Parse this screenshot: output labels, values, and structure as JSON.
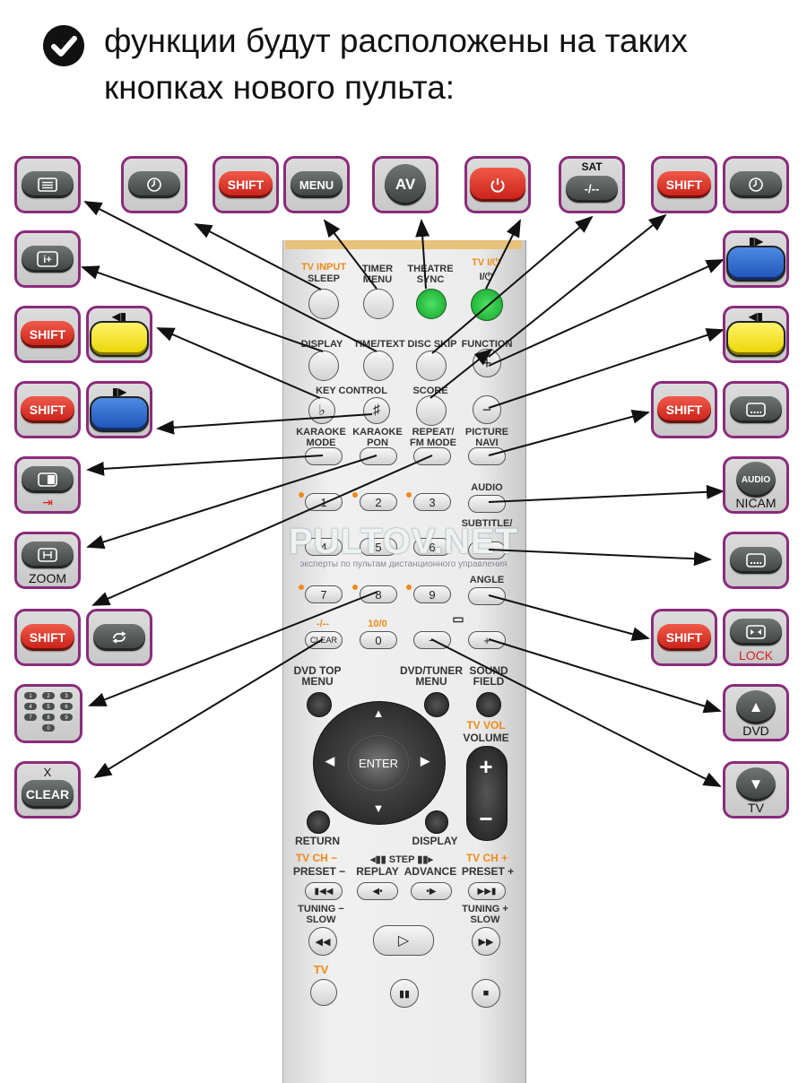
{
  "header": {
    "text": "функции будут расположены на таких кнопках нового пульта:"
  },
  "colors": {
    "frame": "#8b2b7c",
    "shift_red": "#d9261d",
    "yellow": "#f4e300",
    "blue": "#2a64cc",
    "remote_orange": "#f08a18",
    "green": "#19b83a"
  },
  "keys": {
    "shift": "SHIFT",
    "menu": "MENU",
    "av": "AV",
    "sat": "SAT",
    "sat_btn": "-/--",
    "audio": "AUDIO",
    "nicam": "NICAM",
    "zoom": "ZOOM",
    "lock": "LOCK",
    "dvd": "DVD",
    "tv": "TV",
    "clear": "CLEAR",
    "x": "X",
    "numpad": [
      "1",
      "2",
      "3",
      "4",
      "5",
      "6",
      "7",
      "8",
      "9",
      "0"
    ]
  },
  "remote": {
    "tv_input": "TV INPUT",
    "sleep": "SLEEP",
    "timer_menu": "TIMER MENU",
    "theatre_sync": "THEATRE SYNC",
    "tv_io": "TV I/⏻",
    "io": "I/⏻",
    "display": "DISPLAY",
    "time_text": "TIME/TEXT",
    "disc_skip": "DISC SKIP",
    "function": "FUNCTION",
    "key_control": "KEY CONTROL",
    "score": "SCORE",
    "flat": "♭",
    "sharp": "♯",
    "karaoke_mode": "KARAOKE MODE",
    "karaoke_pon": "KARAOKE PON",
    "repeat_fm": "REPEAT/ FM MODE",
    "picture_navi": "PICTURE NAVI",
    "audio": "AUDIO",
    "subtitle": "SUBTITLE/",
    "angle": "ANGLE",
    "n": [
      "1",
      "2",
      "3",
      "4",
      "5",
      "6",
      "7",
      "8",
      "9"
    ],
    "dash_label": "-/--",
    "ten_zero": "10/0",
    "clear": "CLEAR",
    "zero": "0",
    "minus": "−",
    "plus": "+",
    "dvd_top_menu": "DVD TOP MENU",
    "dvd_tuner_menu": "DVD/TUNER MENU",
    "sound_field": "SOUND FIELD",
    "tv_vol": "TV VOL",
    "volume": "VOLUME",
    "enter": "ENTER",
    "return": "RETURN",
    "display2": "DISPLAY",
    "tv_ch_minus": "TV CH −",
    "step": "◂▮▮ STEP ▮▮▸",
    "tv_ch_plus": "TV CH +",
    "preset_minus": "PRESET −",
    "replay": "REPLAY",
    "advance": "ADVANCE",
    "preset_plus": "PRESET +",
    "tuning_minus": "TUNING − SLOW",
    "tuning_plus": "TUNING + SLOW",
    "tv": "TV"
  },
  "watermark": {
    "brand": "PULTOV.NET",
    "tagline": "эксперты по пультам дистанционного управления"
  }
}
